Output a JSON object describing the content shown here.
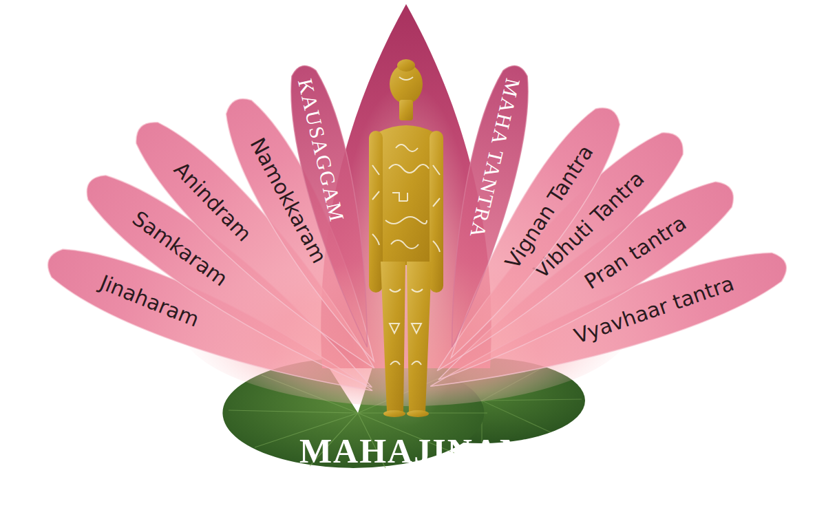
{
  "diagram": {
    "title": "MAHAJINAM",
    "nodes": [
      {
        "text": [
          "Jinaharam"
        ]
      },
      {
        "text": [
          "Samkaram"
        ]
      },
      {
        "text": [
          "Anindram"
        ]
      },
      {
        "text": [
          "Namokkaram"
        ]
      },
      {
        "text": [
          "KAUSAGGAM"
        ]
      },
      {
        "text": [
          "MAHA TANTRA"
        ]
      },
      {
        "text": [
          "Vignan Tantra"
        ]
      },
      {
        "text": [
          "Vibhuti Tantra"
        ]
      },
      {
        "text": [
          "Pran tantra"
        ]
      },
      {
        "text": [
          "Vyavhaar tantra"
        ]
      }
    ]
  }
}
